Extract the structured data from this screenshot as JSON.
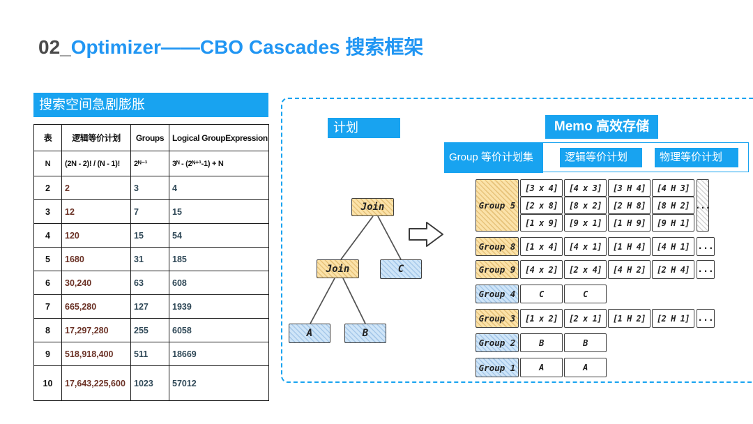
{
  "title": {
    "number": "02_",
    "text": "Optimizer——CBO  Cascades 搜索框架"
  },
  "colors": {
    "accent": "#18a3f0",
    "title_blue": "#2196f3",
    "plan_count": "#6b3226",
    "group_count": "#2f4857"
  },
  "left_panel": {
    "banner": "搜索空间急剧膨胀",
    "table": {
      "headers": [
        "表",
        "逻辑等价计划",
        "Groups",
        "Logical GroupExpression"
      ],
      "rows": [
        [
          "N",
          "(2N - 2)! / (N - 1)!",
          "2ᴺ⁻¹",
          "3ᴺ - (2ᴺ⁺¹-1) + N"
        ],
        [
          "2",
          "2",
          "3",
          "4"
        ],
        [
          "3",
          "12",
          "7",
          "15"
        ],
        [
          "4",
          "120",
          "15",
          "54"
        ],
        [
          "5",
          "1680",
          "31",
          "185"
        ],
        [
          "6",
          "30,240",
          "63",
          "608"
        ],
        [
          "7",
          "665,280",
          "127",
          "1939"
        ],
        [
          "8",
          "17,297,280",
          "255",
          "6058"
        ],
        [
          "9",
          "518,918,400",
          "511",
          "18669"
        ],
        [
          "10",
          "17,643,225,600",
          "1023",
          "57012"
        ]
      ]
    }
  },
  "right_panel": {
    "plan_label": "计划",
    "memo_label": "Memo 高效存储",
    "legend": {
      "group": "Group 等价计划集合",
      "logical": "逻辑等价计划",
      "physical": "物理等价计划"
    },
    "tree": {
      "root": "Join",
      "left_child": "Join",
      "right_child": "C",
      "leaf_a": "A",
      "leaf_b": "B"
    },
    "ellipsis_text": "...",
    "memo_groups": [
      {
        "name": "Group 5",
        "tone": "tan",
        "ellipsis": "tall",
        "rows": [
          [
            "[3 x 4]",
            "[4 x 3]",
            "[3 H 4]",
            "[4 H 3]"
          ],
          [
            "[2 x 8]",
            "[8 x 2]",
            "[2 H 8]",
            "[8 H 2]"
          ],
          [
            "[1 x 9]",
            "[9 x 1]",
            "[1 H 9]",
            "[9 H 1]"
          ]
        ]
      },
      {
        "name": "Group 8",
        "tone": "tan",
        "ellipsis": "cell",
        "rows": [
          [
            "[1 x 4]",
            "[4 x 1]",
            "[1 H 4]",
            "[4 H 1]"
          ]
        ]
      },
      {
        "name": "Group 9",
        "tone": "tan",
        "ellipsis": "cell",
        "rows": [
          [
            "[4 x 2]",
            "[2 x 4]",
            "[4 H 2]",
            "[2 H 4]"
          ]
        ]
      },
      {
        "name": "Group 4",
        "tone": "blue",
        "ellipsis": "none",
        "rows": [
          [
            "C",
            "C"
          ]
        ]
      },
      {
        "name": "Group 3",
        "tone": "tan",
        "ellipsis": "cell",
        "rows": [
          [
            "[1 x 2]",
            "[2 x 1]",
            "[1 H 2]",
            "[2 H 1]"
          ]
        ]
      },
      {
        "name": "Group 2",
        "tone": "blue",
        "ellipsis": "none",
        "rows": [
          [
            "B",
            "B"
          ]
        ]
      },
      {
        "name": "Group 1",
        "tone": "blue",
        "ellipsis": "none",
        "rows": [
          [
            "A",
            "A"
          ]
        ]
      }
    ]
  }
}
